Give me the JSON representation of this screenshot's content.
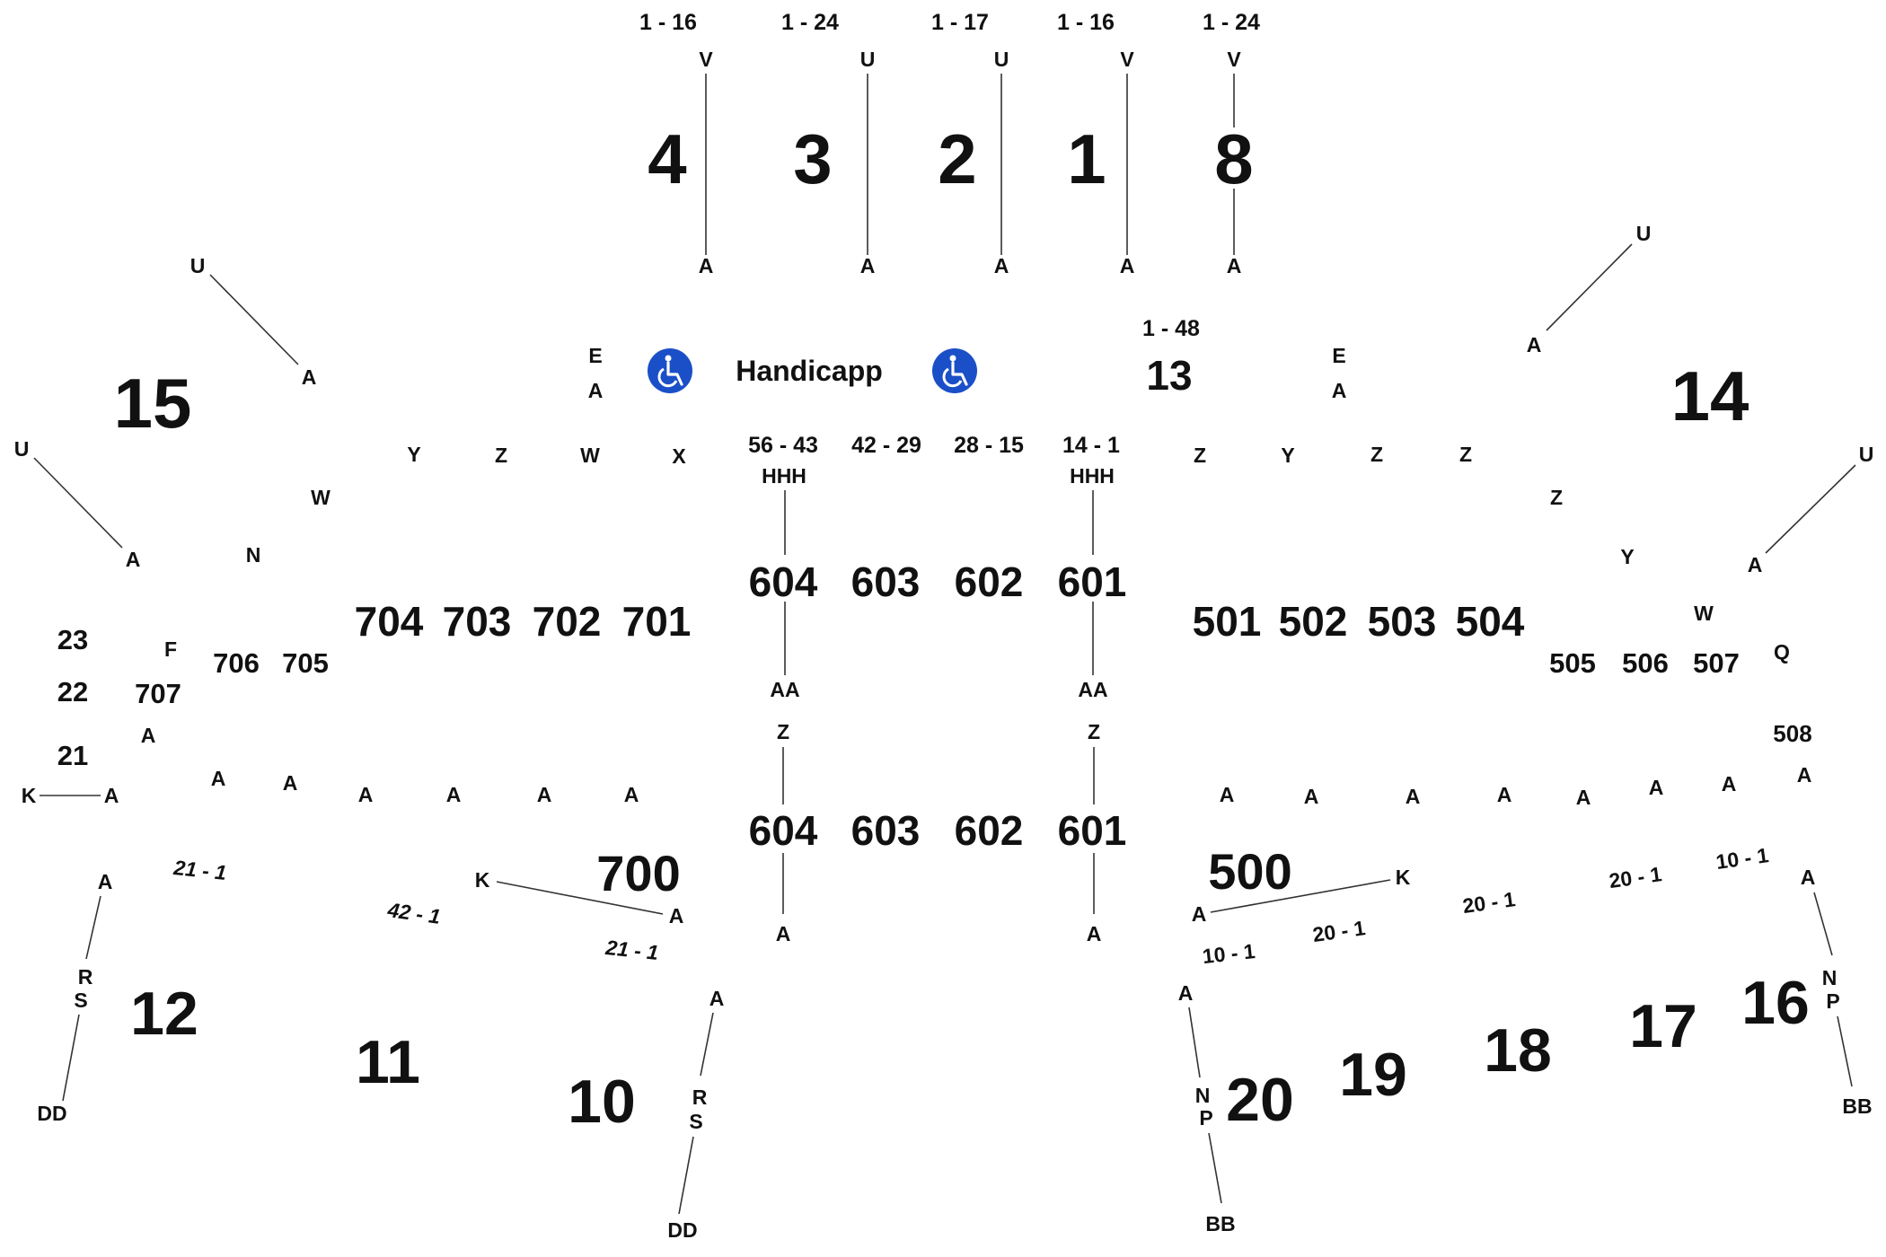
{
  "seat_ranges_top": [
    "1 - 16",
    "1 - 24",
    "1 - 17",
    "1 - 16",
    "1 - 24"
  ],
  "sections_top": [
    "4",
    "3",
    "2",
    "1",
    "8"
  ],
  "handicap_label": "Handicapp",
  "handicap_icon": "wheelchair-icon",
  "accent_color": "#1b4fc8",
  "section_13_range": "1 - 48",
  "section_13": "13",
  "section_15": "15",
  "section_14": "14",
  "floor_ranges": [
    "56 - 43",
    "42 - 29",
    "28 - 15",
    "14 - 1"
  ],
  "floor_sections_upper": [
    "604",
    "603",
    "602",
    "601"
  ],
  "floor_sections_lower": [
    "604",
    "603",
    "602",
    "601"
  ],
  "left_sections": [
    "704",
    "703",
    "702",
    "701",
    "706",
    "705",
    "707"
  ],
  "right_sections": [
    "501",
    "502",
    "503",
    "504",
    "505",
    "506",
    "507",
    "508"
  ],
  "left_side_sections": [
    "23",
    "22",
    "21"
  ],
  "section_700": "700",
  "section_500": "500",
  "left_seat_ranges": [
    "21 - 1",
    "42 - 1",
    "21 - 1"
  ],
  "right_seat_ranges": [
    "10 - 1",
    "20 - 1",
    "20 - 1",
    "20 - 1",
    "10 - 1"
  ],
  "bottom_left_sections": [
    "12",
    "11",
    "10"
  ],
  "bottom_right_sections": [
    "20",
    "19",
    "18",
    "17",
    "16"
  ],
  "row_labels": {
    "A": "A",
    "E": "E",
    "F": "F",
    "K": "K",
    "N": "N",
    "P": "P",
    "Q": "Q",
    "R": "R",
    "S": "S",
    "U": "U",
    "V": "V",
    "W": "W",
    "X": "X",
    "Y": "Y",
    "Z": "Z",
    "AA": "AA",
    "BB": "BB",
    "DD": "DD",
    "HHH": "HHH"
  }
}
